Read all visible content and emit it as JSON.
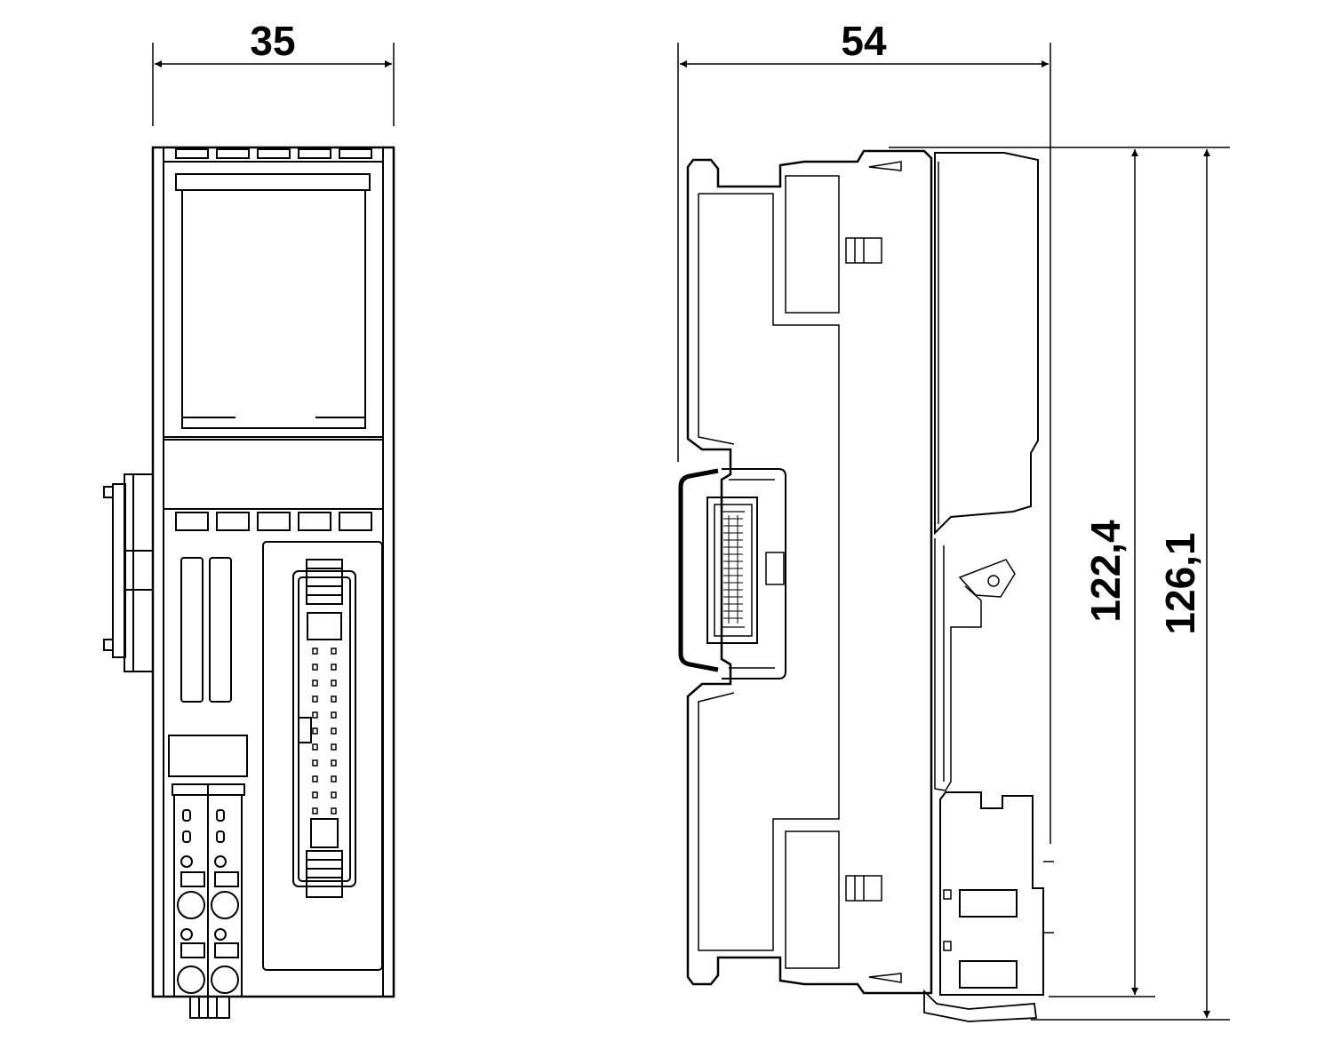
{
  "dimensions": {
    "front_width": "35",
    "side_depth": "54",
    "height_inner": "122,4",
    "height_outer": "126,1"
  },
  "colors": {
    "line": "#000000",
    "fill": "#ffffff"
  }
}
